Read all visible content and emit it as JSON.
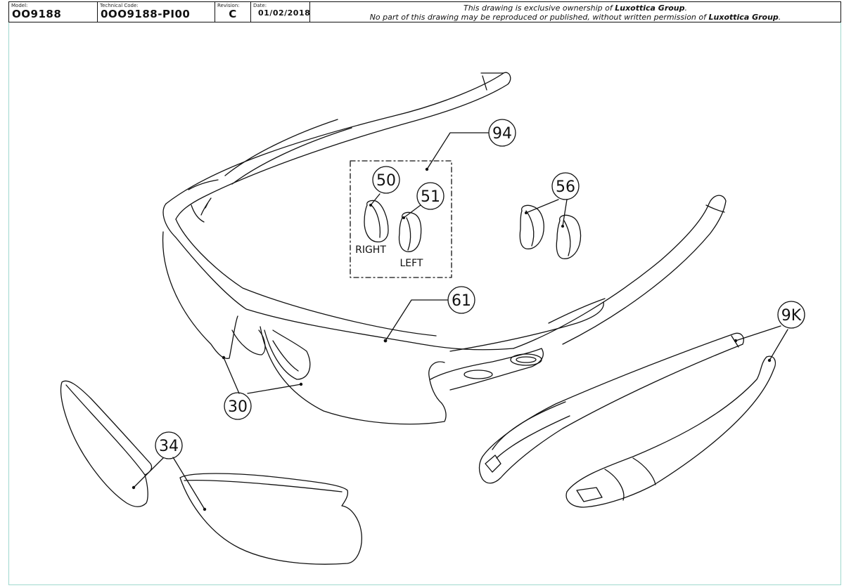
{
  "title_block": {
    "model_caption": "Model:",
    "model": "OO9188",
    "technical_code_caption": "Technical Code:",
    "technical_code": "0OO9188-PI00",
    "revision_caption": "Revision:",
    "revision": "C",
    "date_caption": "Date:",
    "date": "01/02/2018",
    "notice_line1_prefix": "This drawing is exclusive ownership of ",
    "notice_line1_brand": "Luxottica Group",
    "notice_line1_suffix": ".",
    "notice_line2_prefix": "No part of this drawing may be reproduced or published, without written permission of ",
    "notice_line2_brand": "Luxottica Group",
    "notice_line2_suffix": "."
  },
  "callouts": {
    "frame": "61",
    "nosepads_kit": "94",
    "nosepad_right": "50",
    "nosepad_left": "51",
    "nosepads_pair": "56",
    "temples_kit": "9K",
    "nose_bridge": "30",
    "lenses": "34"
  },
  "labels": {
    "right": "RIGHT",
    "left": "LEFT"
  },
  "colors": {
    "line": "#111111",
    "sheet_border": "#9fd8ce"
  }
}
